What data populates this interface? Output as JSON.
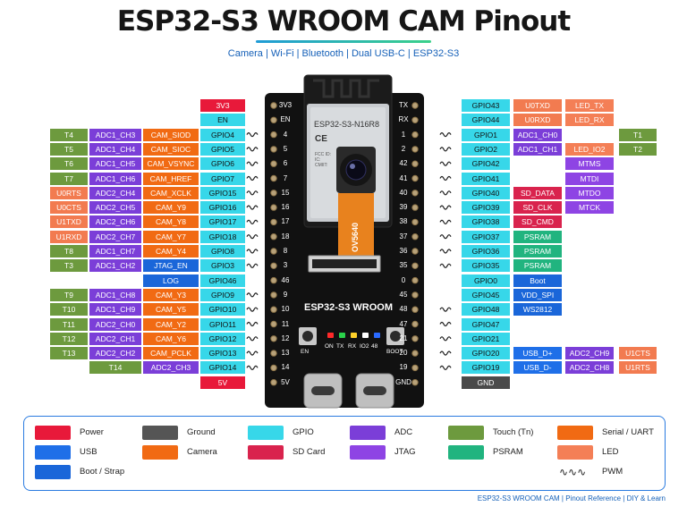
{
  "title": "ESP32-S3 WROOM CAM Pinout",
  "subtitle": "Camera   |   Wi-Fi   |   Bluetooth   |   Dual USB-C   |   ESP32-S3",
  "footer": "ESP32-S3   WROOM CAM   |   Pinout Reference   |   DIY & Learn",
  "colors": {
    "power": "#e8193a",
    "usb": "#1f6fe8",
    "boot": "#1a66d9",
    "ground": "#555555",
    "camera": "#f16a13",
    "gpio": "#37d7e9",
    "sdcard": "#d9234d",
    "adc": "#7b3ed8",
    "jtag": "#8e44e4",
    "touch": "#6d9a3e",
    "psram": "#21b47f",
    "serial": "#f27b50",
    "led": "#f47f56",
    "gnd": "#4a4a4a",
    "board": "#111111"
  },
  "board": {
    "module_label": "ESP32-S3-N16R8",
    "ce_mark": "CE",
    "fcc_text": "FCC ID:\nIC:\nCMIIT:",
    "camera_label": "OV5640",
    "board_name": "ESP32-S3   WROOM",
    "leds": [
      "ON",
      "TX",
      "RX",
      "IO2",
      "48"
    ],
    "btn_left": "EN",
    "btn_right": "BOOT"
  },
  "left_pins": [
    {
      "num": "3V3",
      "labels": [
        {
          "t": "3V3",
          "c": "power"
        }
      ]
    },
    {
      "num": "EN",
      "labels": [
        {
          "t": "EN",
          "c": "gpio",
          "dark": true
        }
      ]
    },
    {
      "num": "4",
      "labels": [
        {
          "t": "T4",
          "c": "touch"
        },
        {
          "t": "ADC1_CH3",
          "c": "adc"
        },
        {
          "t": "CAM_SIOD",
          "c": "camera"
        },
        {
          "t": "GPIO4",
          "c": "gpio",
          "dark": true
        }
      ],
      "pwm": true
    },
    {
      "num": "5",
      "labels": [
        {
          "t": "T5",
          "c": "touch"
        },
        {
          "t": "ADC1_CH4",
          "c": "adc"
        },
        {
          "t": "CAM_SIOC",
          "c": "camera"
        },
        {
          "t": "GPIO5",
          "c": "gpio",
          "dark": true
        }
      ],
      "pwm": true
    },
    {
      "num": "6",
      "labels": [
        {
          "t": "T6",
          "c": "touch"
        },
        {
          "t": "ADC1_CH5",
          "c": "adc"
        },
        {
          "t": "CAM_VSYNC",
          "c": "camera"
        },
        {
          "t": "GPIO6",
          "c": "gpio",
          "dark": true
        }
      ],
      "pwm": true
    },
    {
      "num": "7",
      "labels": [
        {
          "t": "T7",
          "c": "touch"
        },
        {
          "t": "ADC1_CH6",
          "c": "adc"
        },
        {
          "t": "CAM_HREF",
          "c": "camera"
        },
        {
          "t": "GPIO7",
          "c": "gpio",
          "dark": true
        }
      ],
      "pwm": true
    },
    {
      "num": "15",
      "labels": [
        {
          "t": "U0RTS",
          "c": "serial"
        },
        {
          "t": "ADC2_CH4",
          "c": "adc"
        },
        {
          "t": "CAM_XCLK",
          "c": "camera"
        },
        {
          "t": "GPIO15",
          "c": "gpio",
          "dark": true
        }
      ],
      "pwm": true
    },
    {
      "num": "16",
      "labels": [
        {
          "t": "U0CTS",
          "c": "serial"
        },
        {
          "t": "ADC2_CH5",
          "c": "adc"
        },
        {
          "t": "CAM_Y9",
          "c": "camera"
        },
        {
          "t": "GPIO16",
          "c": "gpio",
          "dark": true
        }
      ],
      "pwm": true
    },
    {
      "num": "17",
      "labels": [
        {
          "t": "U1TXD",
          "c": "serial"
        },
        {
          "t": "ADC2_CH6",
          "c": "adc"
        },
        {
          "t": "CAM_Y8",
          "c": "camera"
        },
        {
          "t": "GPIO17",
          "c": "gpio",
          "dark": true
        }
      ],
      "pwm": true
    },
    {
      "num": "18",
      "labels": [
        {
          "t": "U1RXD",
          "c": "serial"
        },
        {
          "t": "ADC2_CH7",
          "c": "adc"
        },
        {
          "t": "CAM_Y7",
          "c": "camera"
        },
        {
          "t": "GPIO18",
          "c": "gpio",
          "dark": true
        }
      ],
      "pwm": true
    },
    {
      "num": "8",
      "labels": [
        {
          "t": "T8",
          "c": "touch"
        },
        {
          "t": "ADC1_CH7",
          "c": "adc"
        },
        {
          "t": "CAM_Y4",
          "c": "camera"
        },
        {
          "t": "GPIO8",
          "c": "gpio",
          "dark": true
        }
      ],
      "pwm": true
    },
    {
      "num": "3",
      "labels": [
        {
          "t": "T3",
          "c": "touch"
        },
        {
          "t": "ADC1_CH2",
          "c": "adc"
        },
        {
          "t": "JTAG_EN",
          "c": "boot"
        },
        {
          "t": "GPIO3",
          "c": "gpio",
          "dark": true
        }
      ],
      "pwm": true
    },
    {
      "num": "46",
      "labels": [
        {
          "t": "LOG",
          "c": "boot"
        },
        {
          "t": "GPIO46",
          "c": "gpio",
          "dark": true
        }
      ]
    },
    {
      "num": "9",
      "labels": [
        {
          "t": "T9",
          "c": "touch"
        },
        {
          "t": "ADC1_CH8",
          "c": "adc"
        },
        {
          "t": "CAM_Y3",
          "c": "camera"
        },
        {
          "t": "GPIO9",
          "c": "gpio",
          "dark": true
        }
      ],
      "pwm": true
    },
    {
      "num": "10",
      "labels": [
        {
          "t": "T10",
          "c": "touch"
        },
        {
          "t": "ADC1_CH9",
          "c": "adc"
        },
        {
          "t": "CAM_Y5",
          "c": "camera"
        },
        {
          "t": "GPIO10",
          "c": "gpio",
          "dark": true
        }
      ],
      "pwm": true
    },
    {
      "num": "11",
      "labels": [
        {
          "t": "T11",
          "c": "touch"
        },
        {
          "t": "ADC2_CH0",
          "c": "adc"
        },
        {
          "t": "CAM_Y2",
          "c": "camera"
        },
        {
          "t": "GPIO11",
          "c": "gpio",
          "dark": true
        }
      ],
      "pwm": true
    },
    {
      "num": "12",
      "labels": [
        {
          "t": "T12",
          "c": "touch"
        },
        {
          "t": "ADC2_CH1",
          "c": "adc"
        },
        {
          "t": "CAM_Y6",
          "c": "camera"
        },
        {
          "t": "GPIO12",
          "c": "gpio",
          "dark": true
        }
      ],
      "pwm": true
    },
    {
      "num": "13",
      "labels": [
        {
          "t": "T13",
          "c": "touch"
        },
        {
          "t": "ADC2_CH2",
          "c": "adc"
        },
        {
          "t": "CAM_PCLK",
          "c": "camera"
        },
        {
          "t": "GPIO13",
          "c": "gpio",
          "dark": true
        }
      ],
      "pwm": true
    },
    {
      "num": "14",
      "labels": [
        {
          "t": "T14",
          "c": "touch"
        },
        {
          "t": "ADC2_CH3",
          "c": "adc"
        },
        {
          "t": "GPIO14",
          "c": "gpio",
          "dark": true
        }
      ],
      "pwm": true
    },
    {
      "num": "5V",
      "labels": [
        {
          "t": "5V",
          "c": "power"
        }
      ]
    }
  ],
  "right_pins": [
    {
      "num": "TX",
      "labels": [
        {
          "t": "GPIO43",
          "c": "gpio",
          "dark": true
        },
        {
          "t": "U0TXD",
          "c": "serial"
        },
        {
          "t": "LED_TX",
          "c": "led"
        }
      ]
    },
    {
      "num": "RX",
      "labels": [
        {
          "t": "GPIO44",
          "c": "gpio",
          "dark": true
        },
        {
          "t": "U0RXD",
          "c": "serial"
        },
        {
          "t": "LED_RX",
          "c": "led"
        }
      ]
    },
    {
      "num": "1",
      "labels": [
        {
          "t": "GPIO1",
          "c": "gpio",
          "dark": true
        },
        {
          "t": "ADC1_CH0",
          "c": "adc"
        },
        {
          "t": "T1",
          "c": "touch",
          "far": true
        }
      ],
      "pwm": true
    },
    {
      "num": "2",
      "labels": [
        {
          "t": "GPIO2",
          "c": "gpio",
          "dark": true
        },
        {
          "t": "ADC1_CH1",
          "c": "adc"
        },
        {
          "t": "LED_IO2",
          "c": "led"
        },
        {
          "t": "T2",
          "c": "touch"
        }
      ],
      "pwm": true
    },
    {
      "num": "42",
      "labels": [
        {
          "t": "GPIO42",
          "c": "gpio",
          "dark": true
        },
        {
          "t": "MTMS",
          "c": "jtag",
          "col": 3
        }
      ],
      "pwm": true
    },
    {
      "num": "41",
      "labels": [
        {
          "t": "GPIO41",
          "c": "gpio",
          "dark": true
        },
        {
          "t": "MTDI",
          "c": "jtag",
          "col": 3
        }
      ],
      "pwm": true
    },
    {
      "num": "40",
      "labels": [
        {
          "t": "GPIO40",
          "c": "gpio",
          "dark": true
        },
        {
          "t": "SD_DATA",
          "c": "sdcard"
        },
        {
          "t": "MTDO",
          "c": "jtag"
        }
      ],
      "pwm": true
    },
    {
      "num": "39",
      "labels": [
        {
          "t": "GPIO39",
          "c": "gpio",
          "dark": true
        },
        {
          "t": "SD_CLK",
          "c": "sdcard"
        },
        {
          "t": "MTCK",
          "c": "jtag"
        }
      ],
      "pwm": true
    },
    {
      "num": "38",
      "labels": [
        {
          "t": "GPIO38",
          "c": "gpio",
          "dark": true
        },
        {
          "t": "SD_CMD",
          "c": "sdcard"
        }
      ],
      "pwm": true
    },
    {
      "num": "37",
      "labels": [
        {
          "t": "GPIO37",
          "c": "gpio",
          "dark": true
        },
        {
          "t": "PSRAM",
          "c": "psram"
        }
      ],
      "pwm": true
    },
    {
      "num": "36",
      "labels": [
        {
          "t": "GPIO36",
          "c": "gpio",
          "dark": true
        },
        {
          "t": "PSRAM",
          "c": "psram"
        }
      ],
      "pwm": true
    },
    {
      "num": "35",
      "labels": [
        {
          "t": "GPIO35",
          "c": "gpio",
          "dark": true
        },
        {
          "t": "PSRAM",
          "c": "psram"
        }
      ],
      "pwm": true
    },
    {
      "num": "0",
      "labels": [
        {
          "t": "GPIO0",
          "c": "gpio",
          "dark": true
        },
        {
          "t": "Boot",
          "c": "boot"
        }
      ]
    },
    {
      "num": "45",
      "labels": [
        {
          "t": "GPIO45",
          "c": "gpio",
          "dark": true
        },
        {
          "t": "VDD_SPI",
          "c": "boot"
        }
      ]
    },
    {
      "num": "48",
      "labels": [
        {
          "t": "GPIO48",
          "c": "gpio",
          "dark": true
        },
        {
          "t": "WS2812",
          "c": "boot"
        }
      ],
      "pwm": true
    },
    {
      "num": "47",
      "labels": [
        {
          "t": "GPIO47",
          "c": "gpio",
          "dark": true
        }
      ],
      "pwm": true
    },
    {
      "num": "21",
      "labels": [
        {
          "t": "GPIO21",
          "c": "gpio",
          "dark": true
        }
      ],
      "pwm": true
    },
    {
      "num": "20",
      "labels": [
        {
          "t": "GPIO20",
          "c": "gpio",
          "dark": true
        },
        {
          "t": "USB_D+",
          "c": "usb"
        },
        {
          "t": "ADC2_CH9",
          "c": "adc"
        },
        {
          "t": "U1CTS",
          "c": "serial"
        }
      ],
      "pwm": true
    },
    {
      "num": "19",
      "labels": [
        {
          "t": "GPIO19",
          "c": "gpio",
          "dark": true
        },
        {
          "t": "USB_D-",
          "c": "usb"
        },
        {
          "t": "ADC2_CH8",
          "c": "adc"
        },
        {
          "t": "U1RTS",
          "c": "serial"
        }
      ],
      "pwm": true
    },
    {
      "num": "GND",
      "labels": [
        {
          "t": "GND",
          "c": "gnd"
        }
      ]
    }
  ],
  "legend": [
    {
      "label": "Power",
      "c": "power"
    },
    {
      "label": "Ground",
      "c": "ground"
    },
    {
      "label": "GPIO",
      "c": "gpio"
    },
    {
      "label": "ADC",
      "c": "adc"
    },
    {
      "label": "Touch (Tn)",
      "c": "touch"
    },
    {
      "label": "Serial / UART",
      "c": "camera"
    },
    {
      "label": "USB",
      "c": "usb"
    },
    {
      "label": "Camera",
      "c": "camera"
    },
    {
      "label": "SD Card",
      "c": "sdcard"
    },
    {
      "label": "JTAG",
      "c": "jtag"
    },
    {
      "label": "PSRAM",
      "c": "psram"
    },
    {
      "label": "LED",
      "c": "led"
    },
    {
      "label": "Boot / Strap",
      "c": "boot"
    },
    {
      "label": "PWM",
      "c": "pwm"
    }
  ]
}
